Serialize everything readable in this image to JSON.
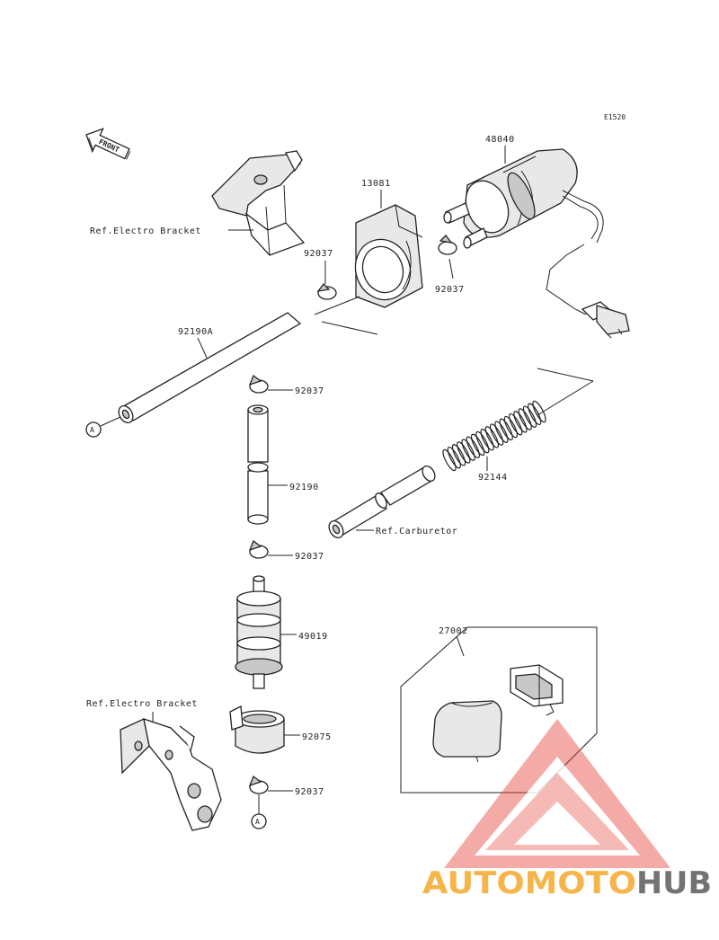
{
  "figure_code": "E1520",
  "front_label": "FRONT",
  "parts": {
    "p48040": "48040",
    "p13081": "13081",
    "p92037_a": "92037",
    "p92037_b": "92037",
    "p92037_c": "92037",
    "p92037_d": "92037",
    "p92037_e": "92037",
    "p92190a": "92190A",
    "p92190": "92190",
    "p92144": "92144",
    "p49019": "49019",
    "p92075": "92075",
    "p27002": "27002"
  },
  "refs": {
    "electro_bracket_top": "Ref.Electro Bracket",
    "electro_bracket_bottom": "Ref.Electro Bracket",
    "carburetor": "Ref.Carburetor"
  },
  "markers": {
    "a_left": "A",
    "a_bottom": "A"
  },
  "watermark": {
    "part1": "AUTOMOTO",
    "part2": "HUB",
    "color_orange": "#f5a623",
    "color_red": "#e8453c",
    "color_gray": "#555555"
  }
}
